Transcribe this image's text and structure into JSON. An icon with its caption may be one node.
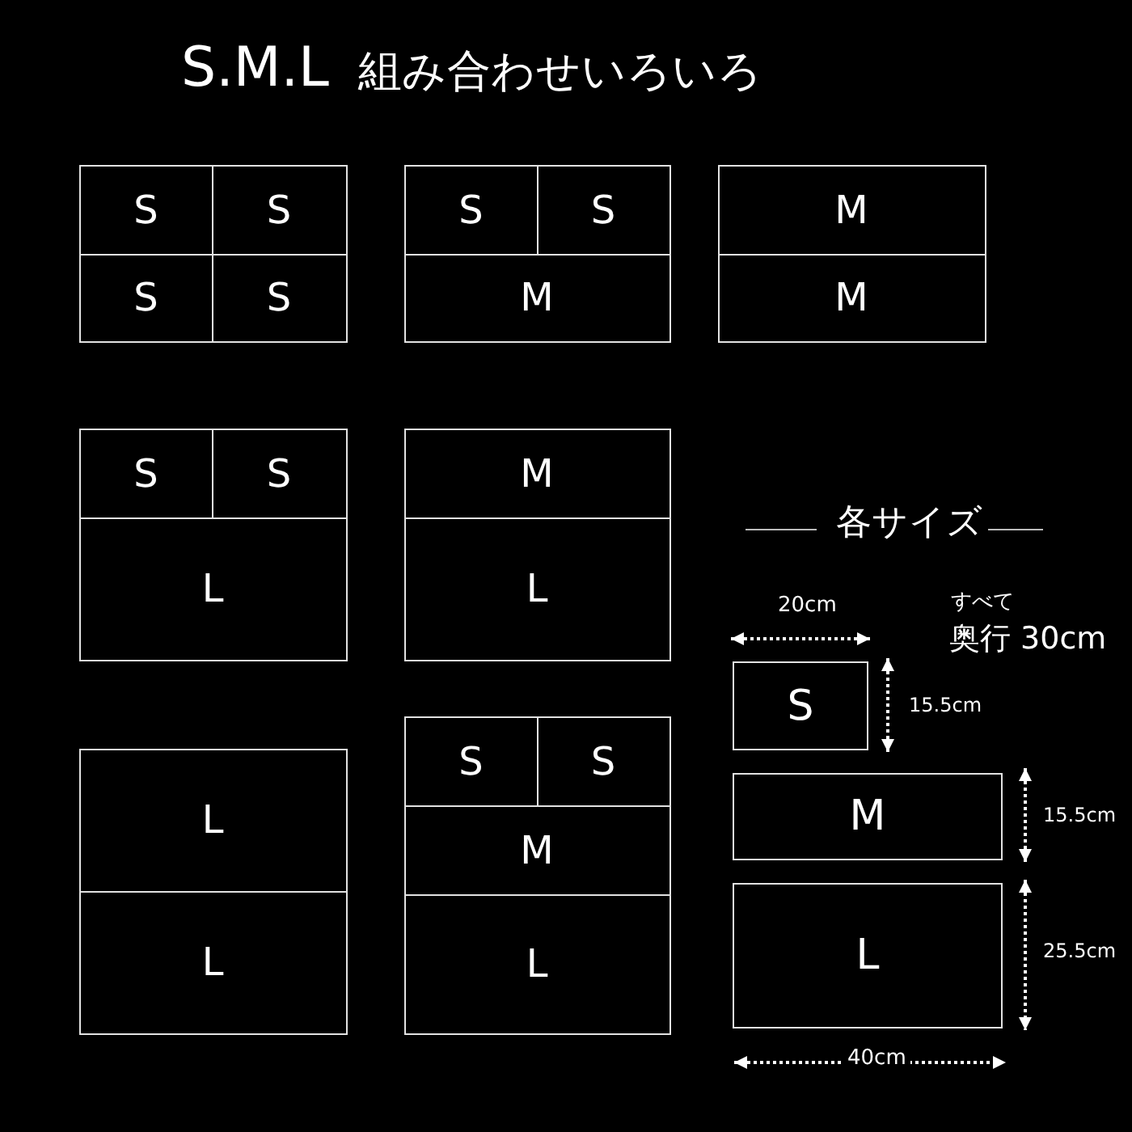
{
  "diagram": {
    "title": "S.M.L 組み合わせいろいろ",
    "nodes": [
      {
        "text": [],
        "shape": "box"
      },
      {
        "text": [
          "S"
        ],
        "in": 0
      },
      {
        "text": [
          "S"
        ],
        "in": 0
      },
      {
        "text": [
          "S"
        ],
        "in": 0
      },
      {
        "text": [
          "S"
        ],
        "in": 0
      },
      {
        "text": [],
        "shape": "box"
      },
      {
        "text": [
          "S"
        ],
        "in": 5
      },
      {
        "text": [
          "S"
        ],
        "in": 5
      },
      {
        "text": [
          "M"
        ],
        "in": 5
      },
      {
        "text": [],
        "shape": "box"
      },
      {
        "text": [
          "M"
        ],
        "in": 9
      },
      {
        "text": [
          "M"
        ],
        "in": 9
      },
      {
        "text": [],
        "shape": "box"
      },
      {
        "text": [
          "S"
        ],
        "in": 12
      },
      {
        "text": [
          "S"
        ],
        "in": 12
      },
      {
        "text": [
          "L"
        ],
        "in": 12
      },
      {
        "text": [],
        "shape": "box"
      },
      {
        "text": [
          "M"
        ],
        "in": 16
      },
      {
        "text": [
          "L"
        ],
        "in": 16
      },
      {
        "text": [],
        "shape": "box"
      },
      {
        "text": [
          "L"
        ],
        "in": 19
      },
      {
        "text": [
          "L"
        ],
        "in": 19
      },
      {
        "text": [],
        "shape": "box"
      },
      {
        "text": [
          "S"
        ],
        "in": 22
      },
      {
        "text": [
          "S"
        ],
        "in": 22
      },
      {
        "text": [
          "M"
        ],
        "in": 22
      },
      {
        "text": [
          "L"
        ],
        "in": 22
      },
      {
        "text": [
          "S"
        ]
      },
      {
        "text": [
          "M"
        ]
      },
      {
        "text": [
          "L"
        ]
      }
    ],
    "labels": [
      "各サイズ",
      "20cm",
      "すべて",
      "奥行 30cm",
      "15.5cm",
      "15.5cm",
      "25.5cm",
      "40cm"
    ]
  }
}
